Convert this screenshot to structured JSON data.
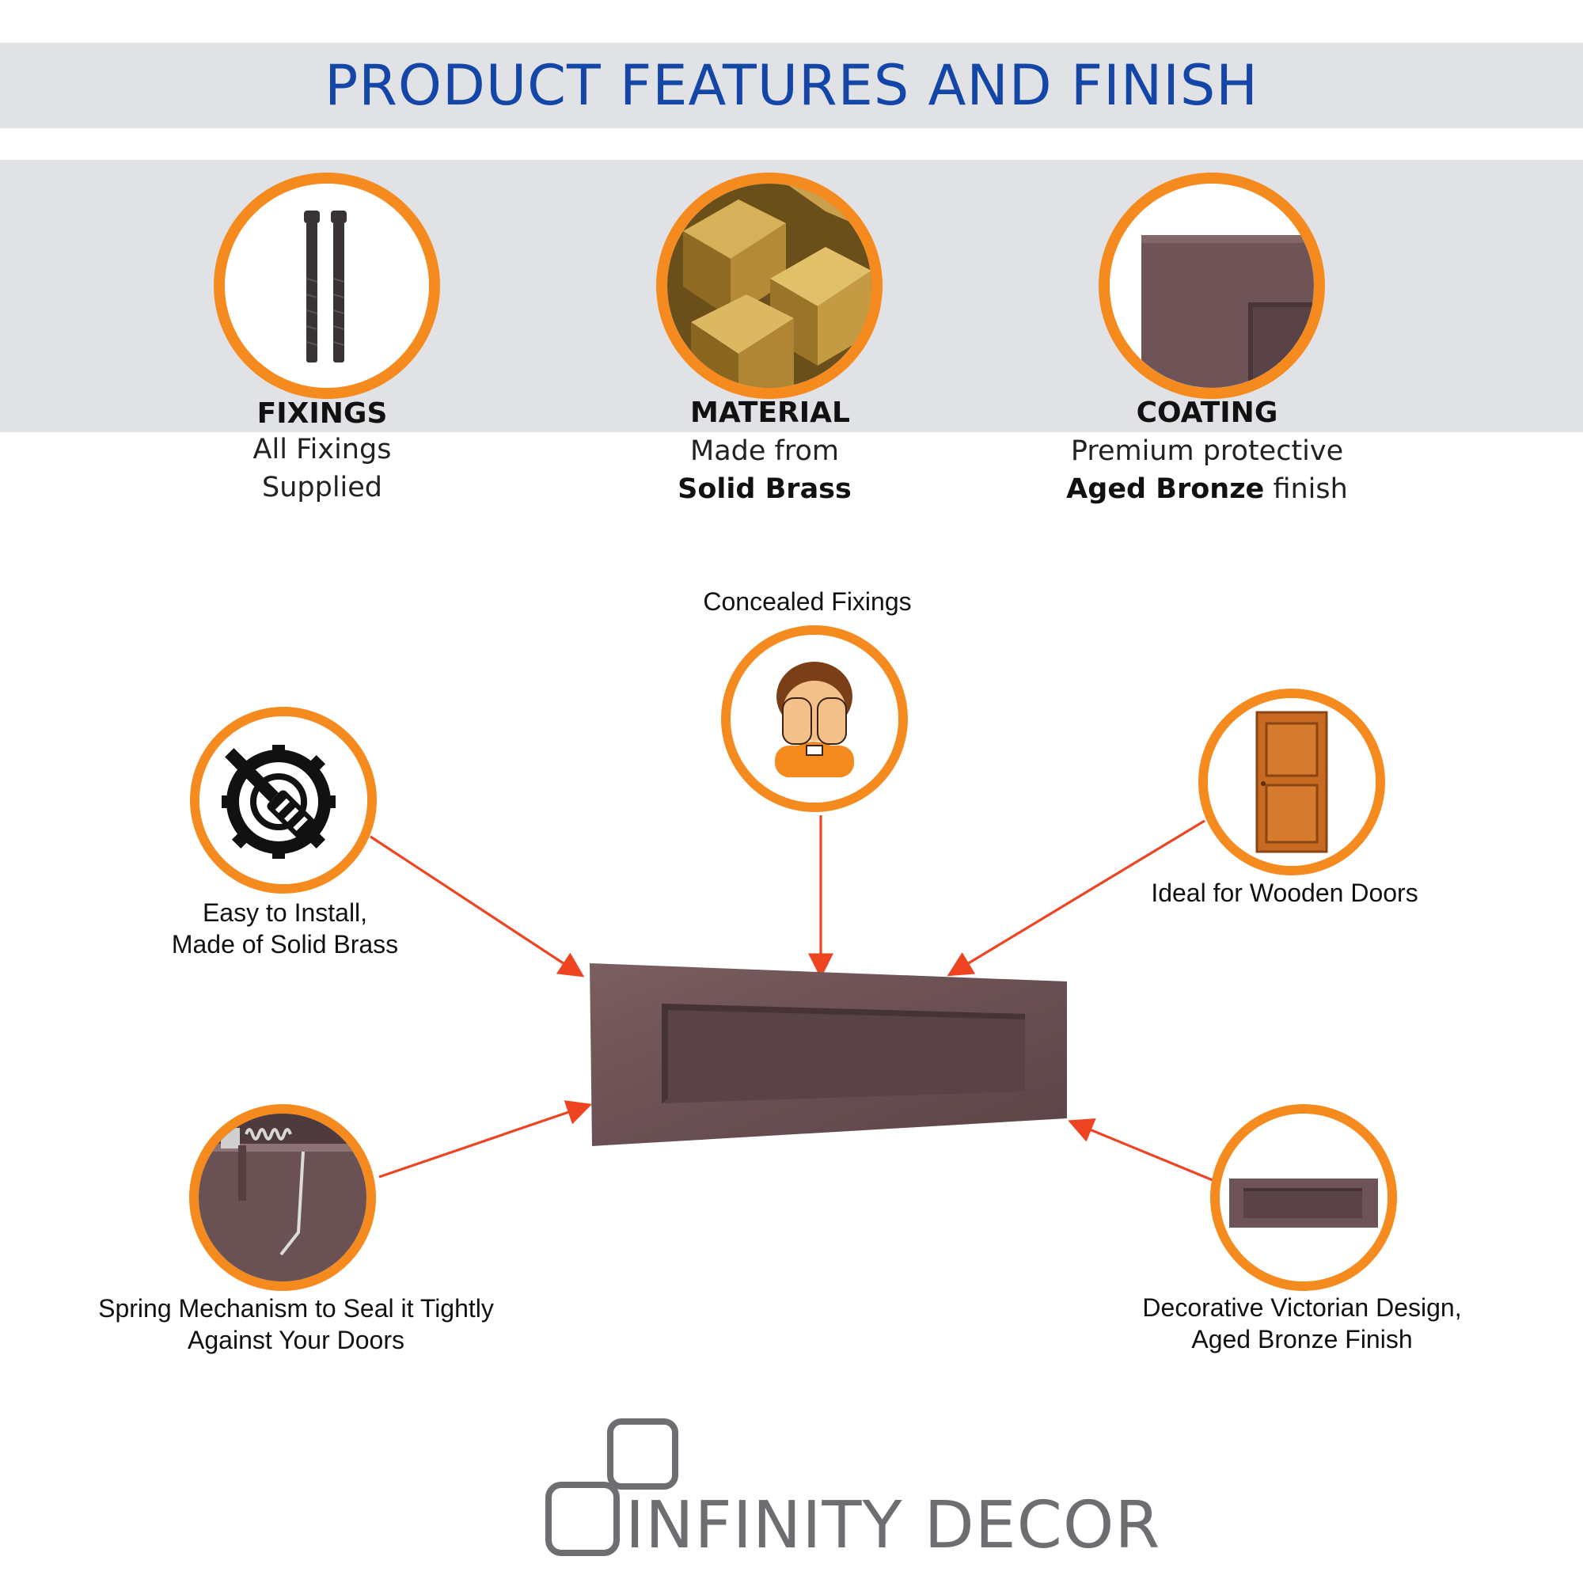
{
  "header": {
    "title": "PRODUCT FEATURES AND FINISH"
  },
  "features": [
    {
      "title": "FIXINGS",
      "line1": "All Fixings",
      "line2": "Supplied",
      "icon": "screws-icon"
    },
    {
      "title": "MATERIAL",
      "line1": "Made from",
      "line2_bold": "Solid Brass",
      "icon": "brass-blocks-icon"
    },
    {
      "title": "COATING",
      "line1": "Premium protective",
      "line2_bold": "Aged Bronze",
      "line2_rest": " finish",
      "icon": "bronze-swatch-icon"
    }
  ],
  "callouts": {
    "top": {
      "label": "Concealed Fixings",
      "icon": "face-covered-icon"
    },
    "left_top": {
      "line1": "Easy to Install,",
      "line2": "Made of Solid Brass",
      "icon": "gear-screwdriver-icon"
    },
    "right_top": {
      "label": "Ideal for Wooden Doors",
      "icon": "wooden-door-icon"
    },
    "left_bottom": {
      "line1": "Spring Mechanism to Seal it Tightly",
      "line2": "Against Your Doors",
      "icon": "spring-mechanism-icon"
    },
    "right_bottom": {
      "line1": "Decorative Victorian Design,",
      "line2": "Aged Bronze Finish",
      "icon": "letter-plate-icon"
    }
  },
  "brand": {
    "name": "INFINITY DECOR"
  },
  "colors": {
    "accent": "#f58a1f",
    "arrow": "#ee4422",
    "title": "#1346a6",
    "band": "#e1e2e5",
    "bronze": "#6e5457"
  }
}
